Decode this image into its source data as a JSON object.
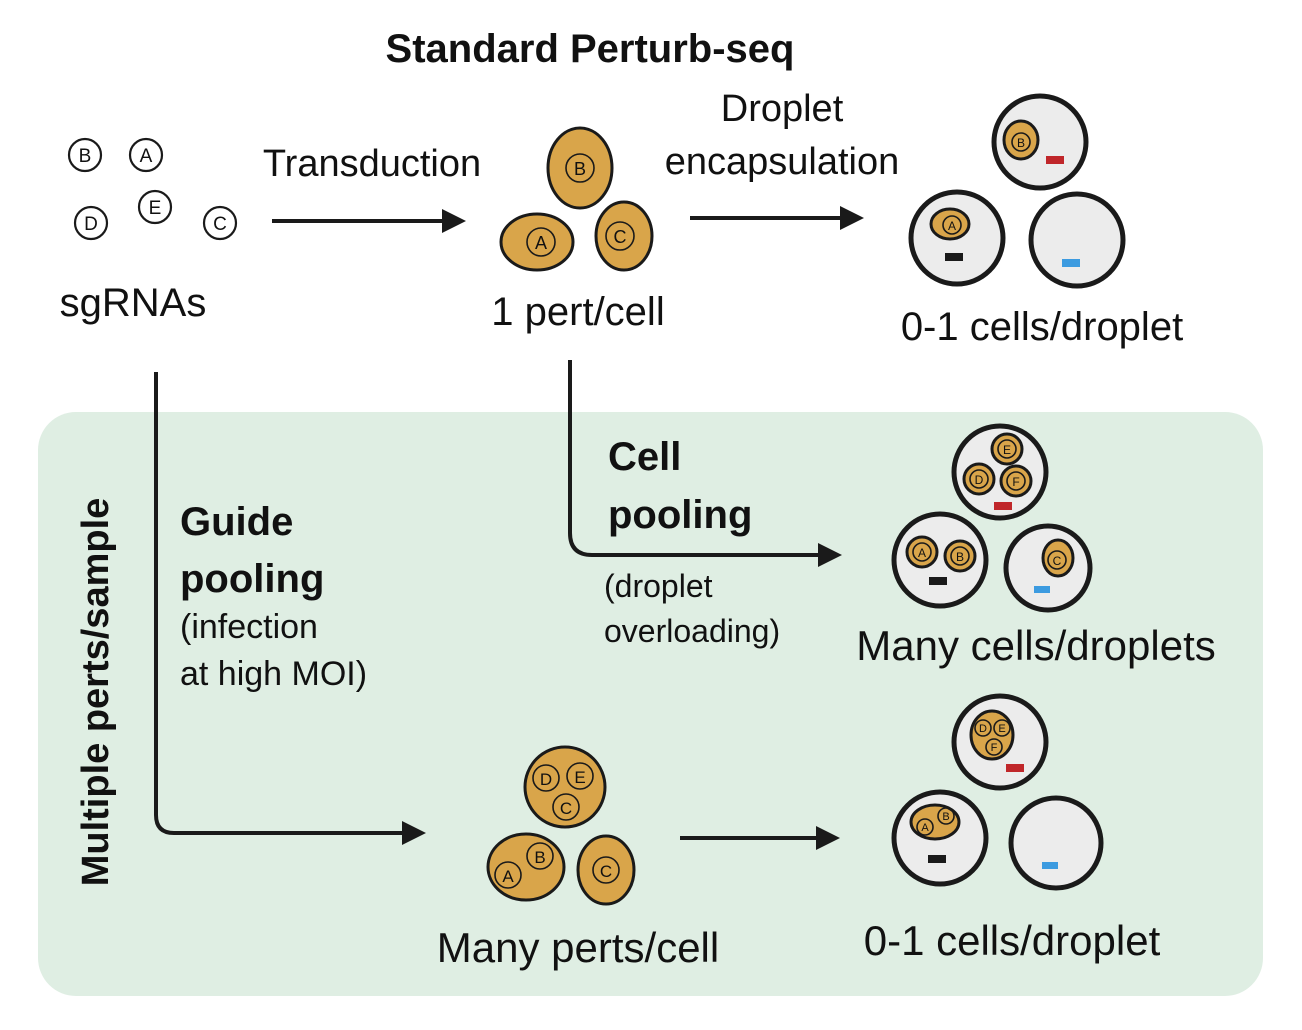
{
  "title": "Standard Perturb-seq",
  "panel_label": "Multiple perts/sample",
  "labels": {
    "sgrnas": "sgRNAs",
    "transduction": "Transduction",
    "droplet_line1": "Droplet",
    "droplet_line2": "encapsulation",
    "one_pert_cell": "1 pert/cell",
    "cells_droplet_top": "0-1 cells/droplet",
    "cell_pooling_line1": "Cell",
    "cell_pooling_line2": "pooling",
    "cell_pooling_note_line1": "(droplet",
    "cell_pooling_note_line2": "overloading)",
    "guide_pooling_line1": "Guide",
    "guide_pooling_line2": "pooling",
    "guide_pooling_note_line1": "(infection",
    "guide_pooling_note_line2": "at high MOI)",
    "many_cells_droplets": "Many cells/droplets",
    "many_perts_cell": "Many perts/cell",
    "cells_droplet_bottom": "0-1 cells/droplet"
  },
  "guides": {
    "a": "A",
    "b": "B",
    "c": "C",
    "d": "D",
    "e": "E",
    "f": "F"
  },
  "colors": {
    "panel_bg": "#dfeee3",
    "panel_label": "#4ea865",
    "cell_fill": "#d9a54a",
    "droplet_fill": "#ececec",
    "barcode_red": "#c0262a",
    "barcode_black": "#1a1a1a",
    "barcode_blue": "#3c9be0"
  }
}
